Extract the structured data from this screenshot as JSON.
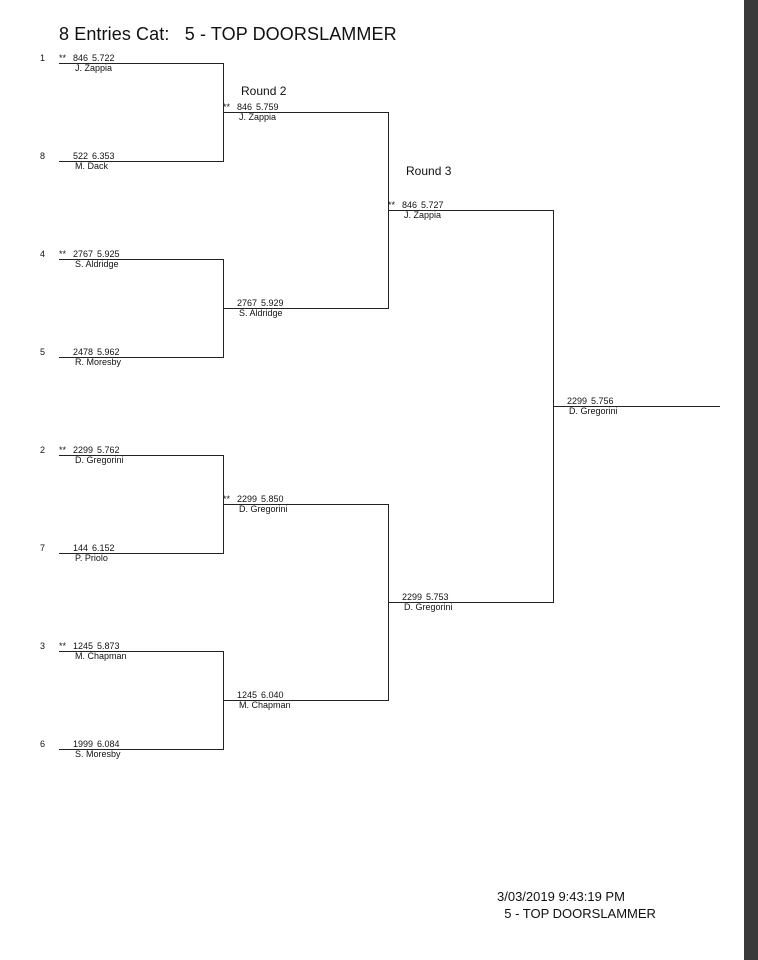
{
  "title": "8 Entries Cat:   5 - TOP DOORSLAMMER",
  "rounds": {
    "round2_label": "Round 2",
    "round3_label": "Round 3"
  },
  "round1": [
    {
      "seed": "1",
      "mark": "**",
      "car": "846",
      "et": "5.722",
      "driver": "J. Zappia"
    },
    {
      "seed": "8",
      "mark": "",
      "car": "522",
      "et": "6.353",
      "driver": "M. Dack"
    },
    {
      "seed": "4",
      "mark": "**",
      "car": "2767",
      "et": "5.925",
      "driver": "S. Aldridge"
    },
    {
      "seed": "5",
      "mark": "",
      "car": "2478",
      "et": "5.962",
      "driver": "R. Moresby"
    },
    {
      "seed": "2",
      "mark": "**",
      "car": "2299",
      "et": "5.762",
      "driver": "D. Gregorini"
    },
    {
      "seed": "7",
      "mark": "",
      "car": "144",
      "et": "6.152",
      "driver": "P. Priolo"
    },
    {
      "seed": "3",
      "mark": "**",
      "car": "1245",
      "et": "5.873",
      "driver": "M. Chapman"
    },
    {
      "seed": "6",
      "mark": "",
      "car": "1999",
      "et": "6.084",
      "driver": "S. Moresby"
    }
  ],
  "round2": [
    {
      "mark": "**",
      "car": "846",
      "et": "5.759",
      "driver": "J. Zappia"
    },
    {
      "mark": "",
      "car": "2767",
      "et": "5.929",
      "driver": "S. Aldridge"
    },
    {
      "mark": "**",
      "car": "2299",
      "et": "5.850",
      "driver": "D. Gregorini"
    },
    {
      "mark": "",
      "car": "1245",
      "et": "6.040",
      "driver": "M. Chapman"
    }
  ],
  "round3": [
    {
      "mark": "**",
      "car": "846",
      "et": "5.727",
      "driver": "J. Zappia"
    },
    {
      "mark": "",
      "car": "2299",
      "et": "5.753",
      "driver": "D. Gregorini"
    }
  ],
  "final": {
    "mark": "",
    "car": "2299",
    "et": "5.756",
    "driver": "D. Gregorini"
  },
  "footer": {
    "timestamp": "3/03/2019 9:43:19 PM",
    "category": "5 - TOP DOORSLAMMER"
  }
}
